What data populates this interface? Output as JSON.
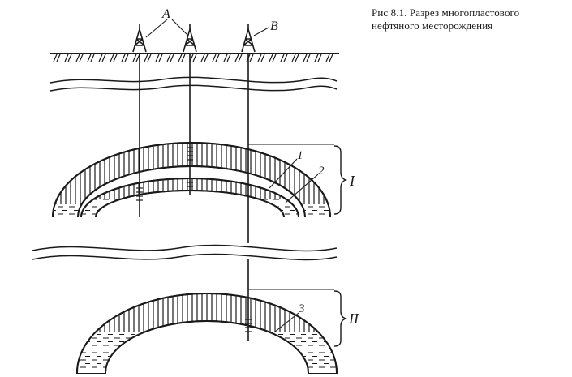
{
  "caption": {
    "figure_label": "Рис 8.1.",
    "text": "Разрез многопластового нефтяного месторождения"
  },
  "labels": {
    "well_a": "A",
    "well_b": "B",
    "layer_1": "1",
    "layer_2": "2",
    "layer_3": "3",
    "group_i": "I",
    "group_ii": "II"
  },
  "colors": {
    "ink": "#1a1a1a",
    "paper": "#ffffff"
  }
}
